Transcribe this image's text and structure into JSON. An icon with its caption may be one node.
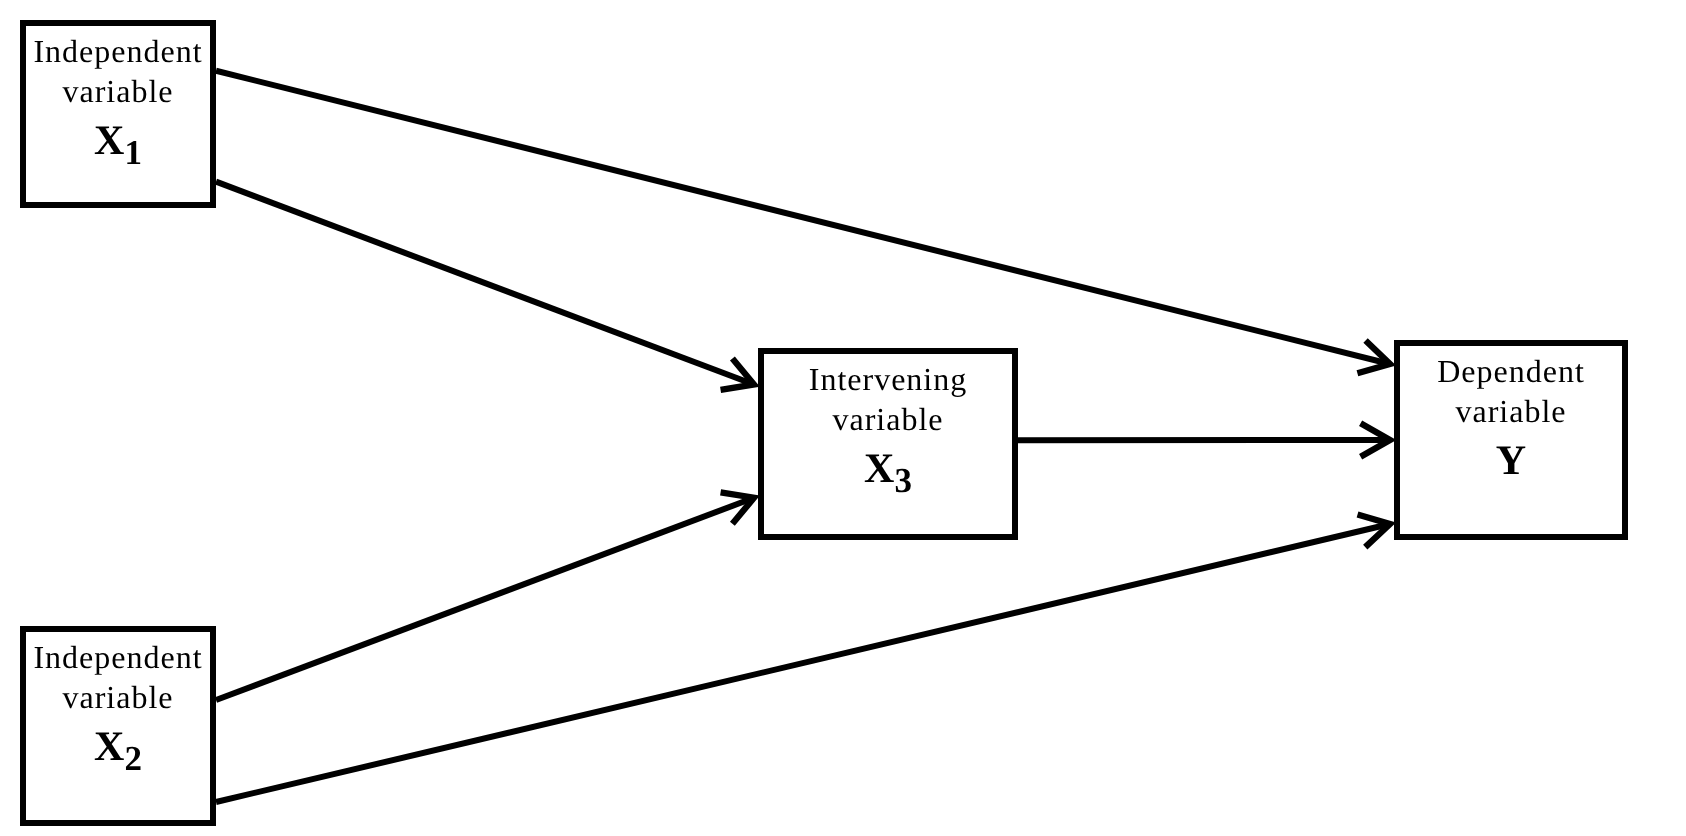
{
  "diagram": {
    "nodes": [
      {
        "text": [
          "Independent variable",
          "X$_{1}$"
        ]
      },
      {
        "text": [
          "Intervening variable",
          "X$_{3}$"
        ]
      },
      {
        "text": [
          "Dependent variable",
          "Y"
        ]
      },
      {
        "text": [
          "Independent variable",
          "X$_{2}$"
        ]
      }
    ],
    "edges": [
      {
        "from": 0,
        "to": 2,
        "arrow": "to"
      },
      {
        "from": 0,
        "to": 1,
        "arrow": "to"
      },
      {
        "from": 3,
        "to": 1,
        "arrow": "to"
      },
      {
        "from": 1,
        "to": 2,
        "arrow": "to"
      },
      {
        "from": 3,
        "to": 2,
        "arrow": "to"
      }
    ]
  }
}
